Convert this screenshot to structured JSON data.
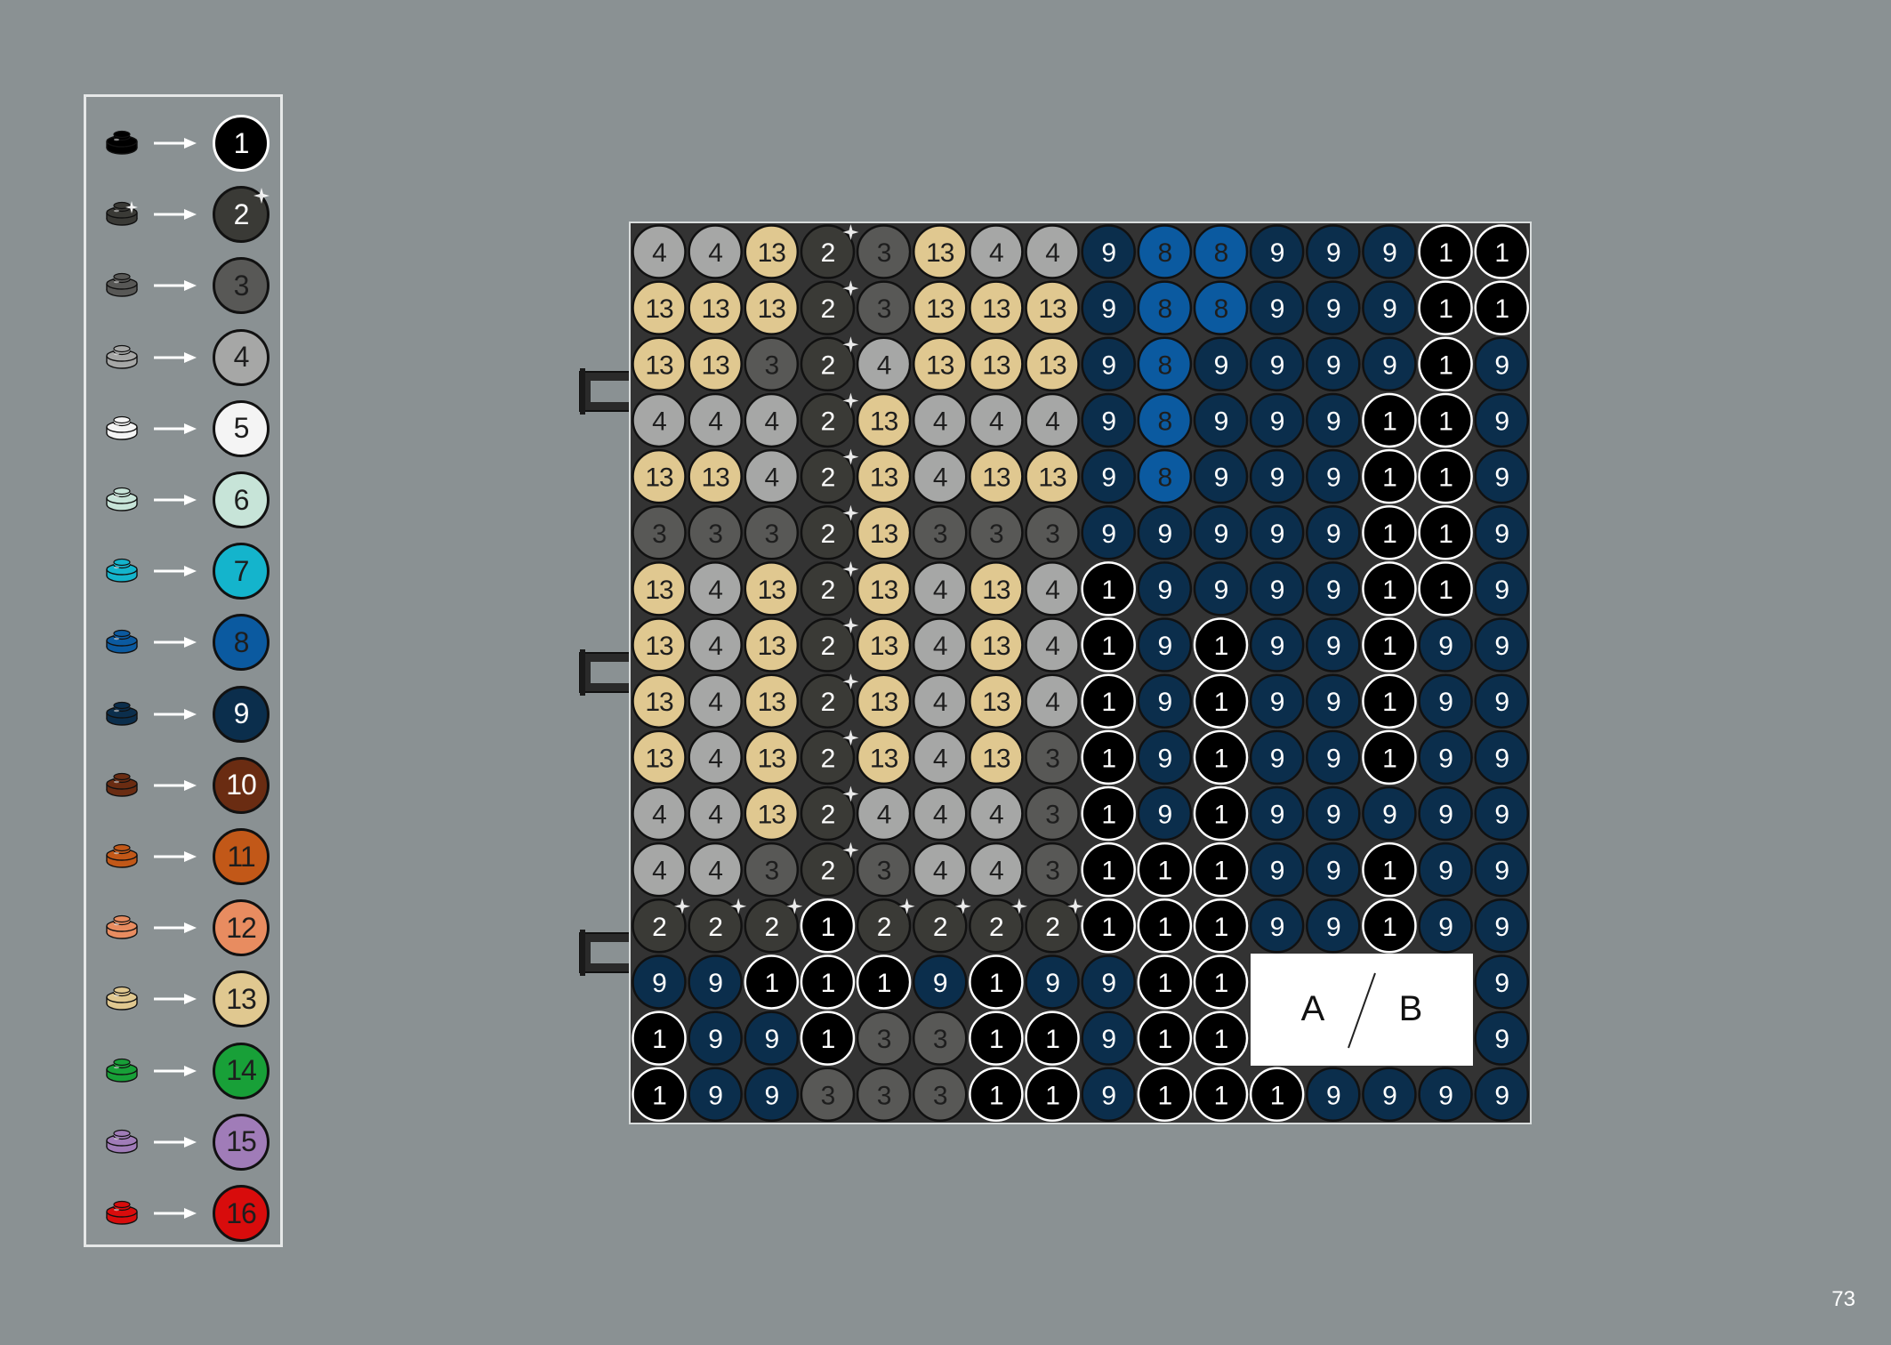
{
  "palette": [
    {
      "num": "1",
      "color": "#000000",
      "text": "#ffffff",
      "metallic": false
    },
    {
      "num": "2",
      "color": "#3a3a36",
      "text": "#ffffff",
      "metallic": true
    },
    {
      "num": "3",
      "color": "#585856",
      "text": "#1e1e1e",
      "metallic": false
    },
    {
      "num": "4",
      "color": "#a6a7a6",
      "text": "#1e1e1e",
      "metallic": false
    },
    {
      "num": "5",
      "color": "#f4f4f4",
      "text": "#1e1e1e",
      "metallic": false
    },
    {
      "num": "6",
      "color": "#c7e4d8",
      "text": "#1e1e1e",
      "metallic": false
    },
    {
      "num": "7",
      "color": "#14b4cc",
      "text": "#1e1e1e",
      "metallic": false
    },
    {
      "num": "8",
      "color": "#0b5aa0",
      "text": "#1e1e1e",
      "metallic": false
    },
    {
      "num": "9",
      "color": "#0b2e4c",
      "text": "#ffffff",
      "metallic": false
    },
    {
      "num": "10",
      "color": "#6a2c12",
      "text": "#ffffff",
      "metallic": false
    },
    {
      "num": "11",
      "color": "#c25818",
      "text": "#1e1e1e",
      "metallic": false
    },
    {
      "num": "12",
      "color": "#e88c60",
      "text": "#1e1e1e",
      "metallic": false
    },
    {
      "num": "13",
      "color": "#e0c890",
      "text": "#1e1e1e",
      "metallic": false
    },
    {
      "num": "14",
      "color": "#18a038",
      "text": "#1e1e1e",
      "metallic": false
    },
    {
      "num": "15",
      "color": "#a07cb8",
      "text": "#1e1e1e",
      "metallic": false
    },
    {
      "num": "16",
      "color": "#d80c0c",
      "text": "#1e1e1e",
      "metallic": false
    }
  ],
  "grid": [
    [
      4,
      4,
      13,
      2,
      3,
      13,
      4,
      4,
      9,
      8,
      8,
      9,
      9,
      9,
      1,
      1
    ],
    [
      13,
      13,
      13,
      2,
      3,
      13,
      13,
      13,
      9,
      8,
      8,
      9,
      9,
      9,
      1,
      1
    ],
    [
      13,
      13,
      3,
      2,
      4,
      13,
      13,
      13,
      9,
      8,
      9,
      9,
      9,
      9,
      1,
      9
    ],
    [
      4,
      4,
      4,
      2,
      13,
      4,
      4,
      4,
      9,
      8,
      9,
      9,
      9,
      1,
      1,
      9
    ],
    [
      13,
      13,
      4,
      2,
      13,
      4,
      13,
      13,
      9,
      8,
      9,
      9,
      9,
      1,
      1,
      9
    ],
    [
      3,
      3,
      3,
      2,
      13,
      3,
      3,
      3,
      9,
      9,
      9,
      9,
      9,
      1,
      1,
      9
    ],
    [
      13,
      4,
      13,
      2,
      13,
      4,
      13,
      4,
      1,
      9,
      9,
      9,
      9,
      1,
      1,
      9
    ],
    [
      13,
      4,
      13,
      2,
      13,
      4,
      13,
      4,
      1,
      9,
      1,
      9,
      9,
      1,
      9,
      9
    ],
    [
      13,
      4,
      13,
      2,
      13,
      4,
      13,
      4,
      1,
      9,
      1,
      9,
      9,
      1,
      9,
      9
    ],
    [
      13,
      4,
      13,
      2,
      13,
      4,
      13,
      3,
      1,
      9,
      1,
      9,
      9,
      1,
      9,
      9
    ],
    [
      4,
      4,
      13,
      2,
      4,
      4,
      4,
      3,
      1,
      9,
      1,
      9,
      9,
      9,
      9,
      9
    ],
    [
      4,
      4,
      3,
      2,
      3,
      4,
      4,
      3,
      1,
      1,
      1,
      9,
      9,
      1,
      9,
      9
    ],
    [
      2,
      2,
      2,
      1,
      2,
      2,
      2,
      2,
      1,
      1,
      1,
      9,
      9,
      1,
      9,
      9
    ],
    [
      9,
      9,
      1,
      1,
      1,
      9,
      1,
      9,
      9,
      1,
      1,
      0,
      0,
      0,
      0,
      9
    ],
    [
      1,
      9,
      9,
      1,
      3,
      3,
      1,
      1,
      9,
      1,
      1,
      0,
      0,
      0,
      0,
      9
    ],
    [
      1,
      9,
      9,
      3,
      3,
      3,
      1,
      1,
      9,
      1,
      1,
      1,
      9,
      9,
      9,
      9
    ]
  ],
  "ab_box": {
    "left": "A",
    "right": "B"
  },
  "page_number": "73"
}
